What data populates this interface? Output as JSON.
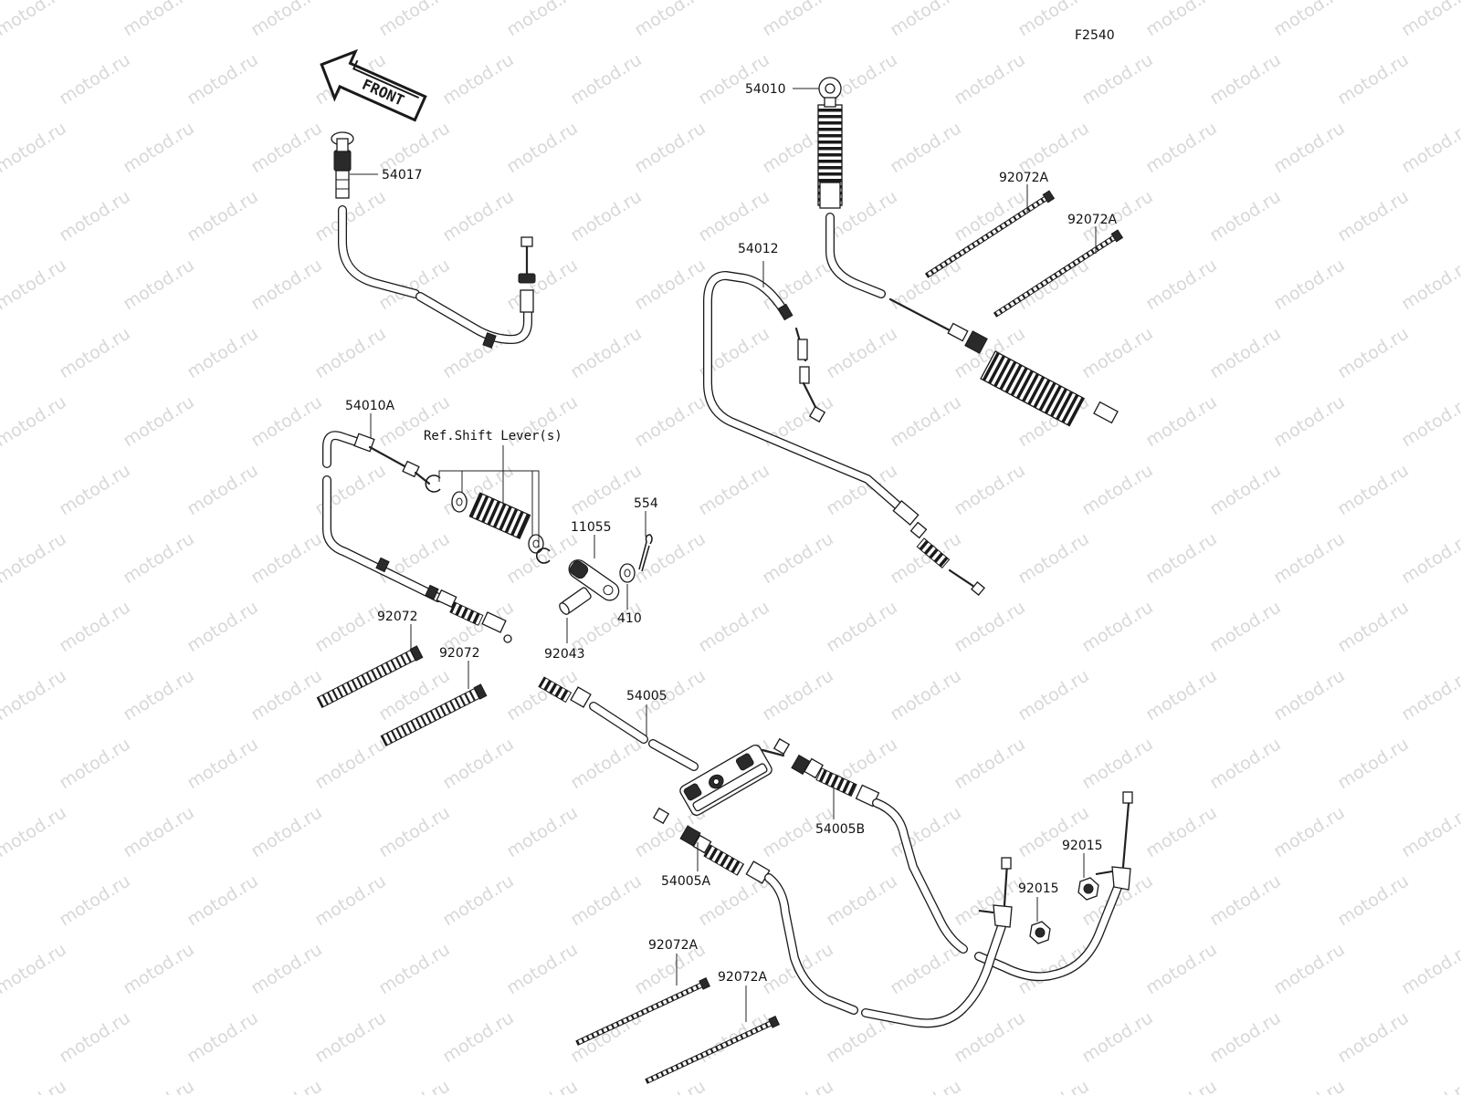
{
  "figure_code": "F2540",
  "watermark_text": "motod.ru",
  "front_arrow_label": "FRONT",
  "reference_note": "Ref.Shift Lever(s)",
  "callouts": {
    "p54017": "54017",
    "p54010": "54010",
    "p54012": "54012",
    "p92072A_1": "92072A",
    "p92072A_2": "92072A",
    "p54010A": "54010A",
    "p554": "554",
    "p11055": "11055",
    "p410": "410",
    "p92043": "92043",
    "p92072_1": "92072",
    "p92072_2": "92072",
    "p54005": "54005",
    "p54005B": "54005B",
    "p54005A": "54005A",
    "p92015_1": "92015",
    "p92015_2": "92015",
    "p92072A_3": "92072A",
    "p92072A_4": "92072A"
  },
  "colors": {
    "ink": "#1a1a1a",
    "watermark": "#d8d8d8",
    "background": "#ffffff"
  }
}
